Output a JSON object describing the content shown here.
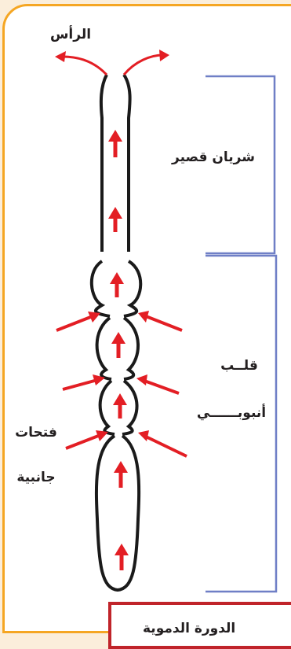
{
  "labels": {
    "head": "الرأس",
    "short_artery": "شريان قصير",
    "tubular_heart_line1": "قلــب",
    "tubular_heart_line2": "أنبوبــــــي",
    "side_openings_line1": "فتحات",
    "side_openings_line2": "جانبية",
    "bottom_partial": "الدورة الدموية"
  },
  "colors": {
    "frame": "#f5a623",
    "arrow": "#e31e24",
    "outline": "#1a1a1a",
    "bracket": "#6f7fc6",
    "bottom_box": "#c0242a"
  }
}
